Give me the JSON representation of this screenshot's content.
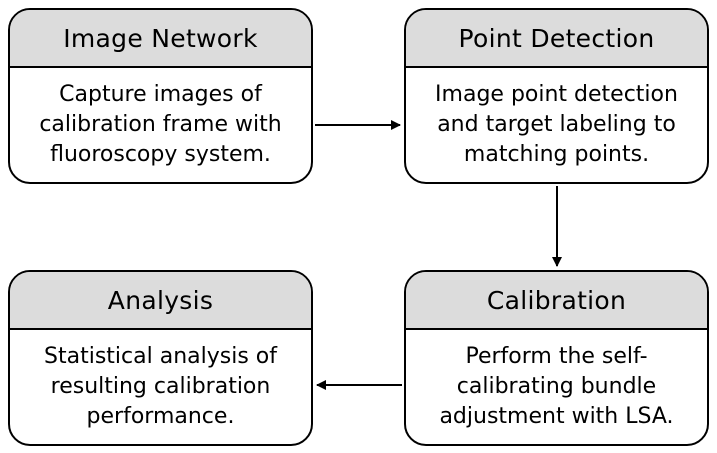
{
  "nodes": {
    "image_network": {
      "title": "Image Network",
      "text": "Capture images of\ncalibration frame with\nfluoroscopy system."
    },
    "point_detection": {
      "title": "Point Detection",
      "text": "Image point detection\nand target labeling to\nmatching points."
    },
    "calibration": {
      "title": "Calibration",
      "text": "Perform the self-\ncalibrating bundle\nadjustment with LSA."
    },
    "analysis": {
      "title": "Analysis",
      "text": "Statistical analysis of\nresulting calibration\nperformance."
    }
  },
  "edges": [
    {
      "from": "Image Network",
      "to": "Point Detection"
    },
    {
      "from": "Point Detection",
      "to": "Calibration"
    },
    {
      "from": "Calibration",
      "to": "Analysis"
    }
  ],
  "colors": {
    "header_fill": "#dcdcdc",
    "border": "#000000",
    "body_fill": "#ffffff"
  }
}
